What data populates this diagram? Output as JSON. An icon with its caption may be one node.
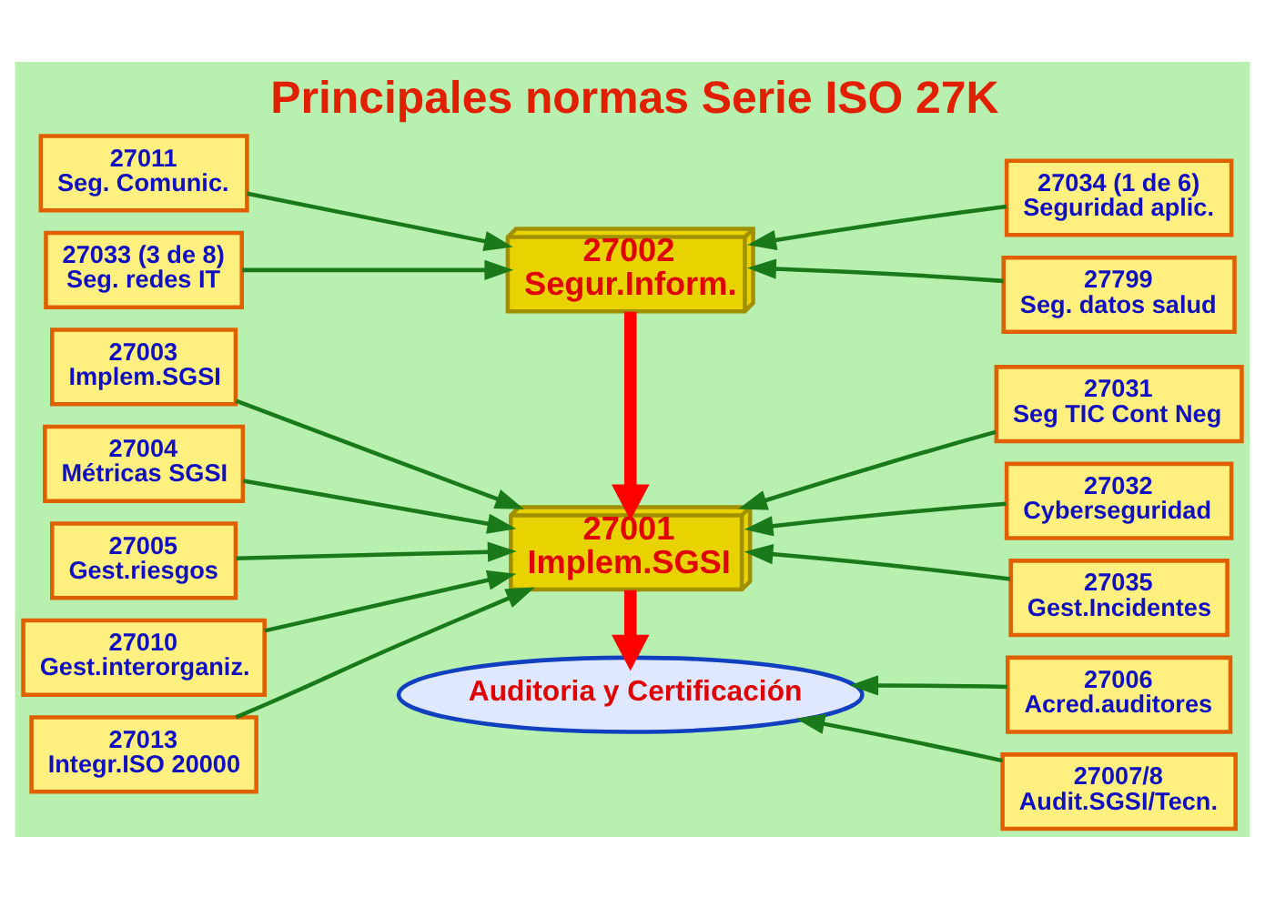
{
  "diagram": {
    "title": "Principales normas Serie ISO 27K",
    "nodes": [
      {
        "text": [
          "27002",
          "Segur.Inform."
        ]
      },
      {
        "text": [
          "27001",
          "Implem.SGSI"
        ]
      },
      {
        "text": [
          "Auditoria y Certificación"
        ]
      },
      {
        "text": [
          "27011",
          "Seg. Comunic."
        ]
      },
      {
        "text": [
          "27033 (3 de 8)",
          "Seg. redes IT"
        ]
      },
      {
        "text": [
          "27003",
          "Implem.SGSI"
        ]
      },
      {
        "text": [
          "27004",
          "Métricas SGSI"
        ]
      },
      {
        "text": [
          "27005",
          "Gest.riesgos"
        ]
      },
      {
        "text": [
          "27010",
          "Gest.interorganiz."
        ]
      },
      {
        "text": [
          "27013",
          "Integr.ISO 20000"
        ]
      },
      {
        "text": [
          "27034 (1 de 6)",
          "Seguridad aplic."
        ]
      },
      {
        "text": [
          "27799",
          "Seg. datos salud"
        ]
      },
      {
        "text": [
          "27031",
          "Seg TIC Cont Neg"
        ]
      },
      {
        "text": [
          "27032",
          "Cyberseguridad"
        ]
      },
      {
        "text": [
          "27035",
          "Gest.Incidentes"
        ]
      },
      {
        "text": [
          "27006",
          "Acred.auditores"
        ]
      },
      {
        "text": [
          "27007/8",
          "Audit.SGSI/Tecn."
        ]
      }
    ],
    "edges": [
      {
        "from": 3,
        "to": 0,
        "arrow": "to"
      },
      {
        "from": 4,
        "to": 0,
        "arrow": "to"
      },
      {
        "from": 10,
        "to": 0,
        "arrow": "to"
      },
      {
        "from": 11,
        "to": 0,
        "arrow": "to"
      },
      {
        "from": 0,
        "to": 1,
        "arrow": "to",
        "style": "thick",
        "color": "#ff0000"
      },
      {
        "from": 5,
        "to": 1,
        "arrow": "to"
      },
      {
        "from": 6,
        "to": 1,
        "arrow": "to"
      },
      {
        "from": 7,
        "to": 1,
        "arrow": "to"
      },
      {
        "from": 8,
        "to": 1,
        "arrow": "to"
      },
      {
        "from": 9,
        "to": 1,
        "arrow": "to"
      },
      {
        "from": 12,
        "to": 1,
        "arrow": "to"
      },
      {
        "from": 13,
        "to": 1,
        "arrow": "to"
      },
      {
        "from": 14,
        "to": 1,
        "arrow": "to"
      },
      {
        "from": 1,
        "to": 2,
        "arrow": "to",
        "style": "thick",
        "color": "#ff0000"
      },
      {
        "from": 15,
        "to": 2,
        "arrow": "to"
      },
      {
        "from": 16,
        "to": 2,
        "arrow": "to"
      }
    ]
  }
}
